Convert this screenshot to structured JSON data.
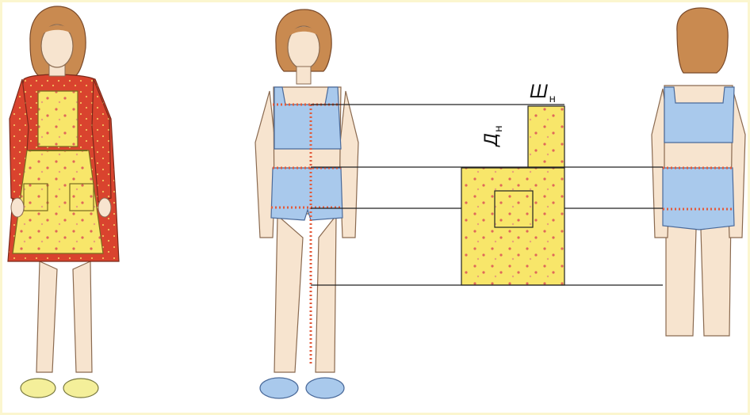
{
  "labels": {
    "width": {
      "letter": "Ш",
      "subscript": "н"
    },
    "length": {
      "letter": "Д",
      "subscript": "н"
    }
  },
  "colors": {
    "fabric_yellow": "#f8e66a",
    "dot_red": "#e0685a",
    "dress_red": "#d9432e",
    "underwear_blue": "#a9c9ec",
    "skin": "#f7e4cf",
    "hair": "#c98a50",
    "measure_red": "#e35a3a",
    "line": "#222222"
  }
}
